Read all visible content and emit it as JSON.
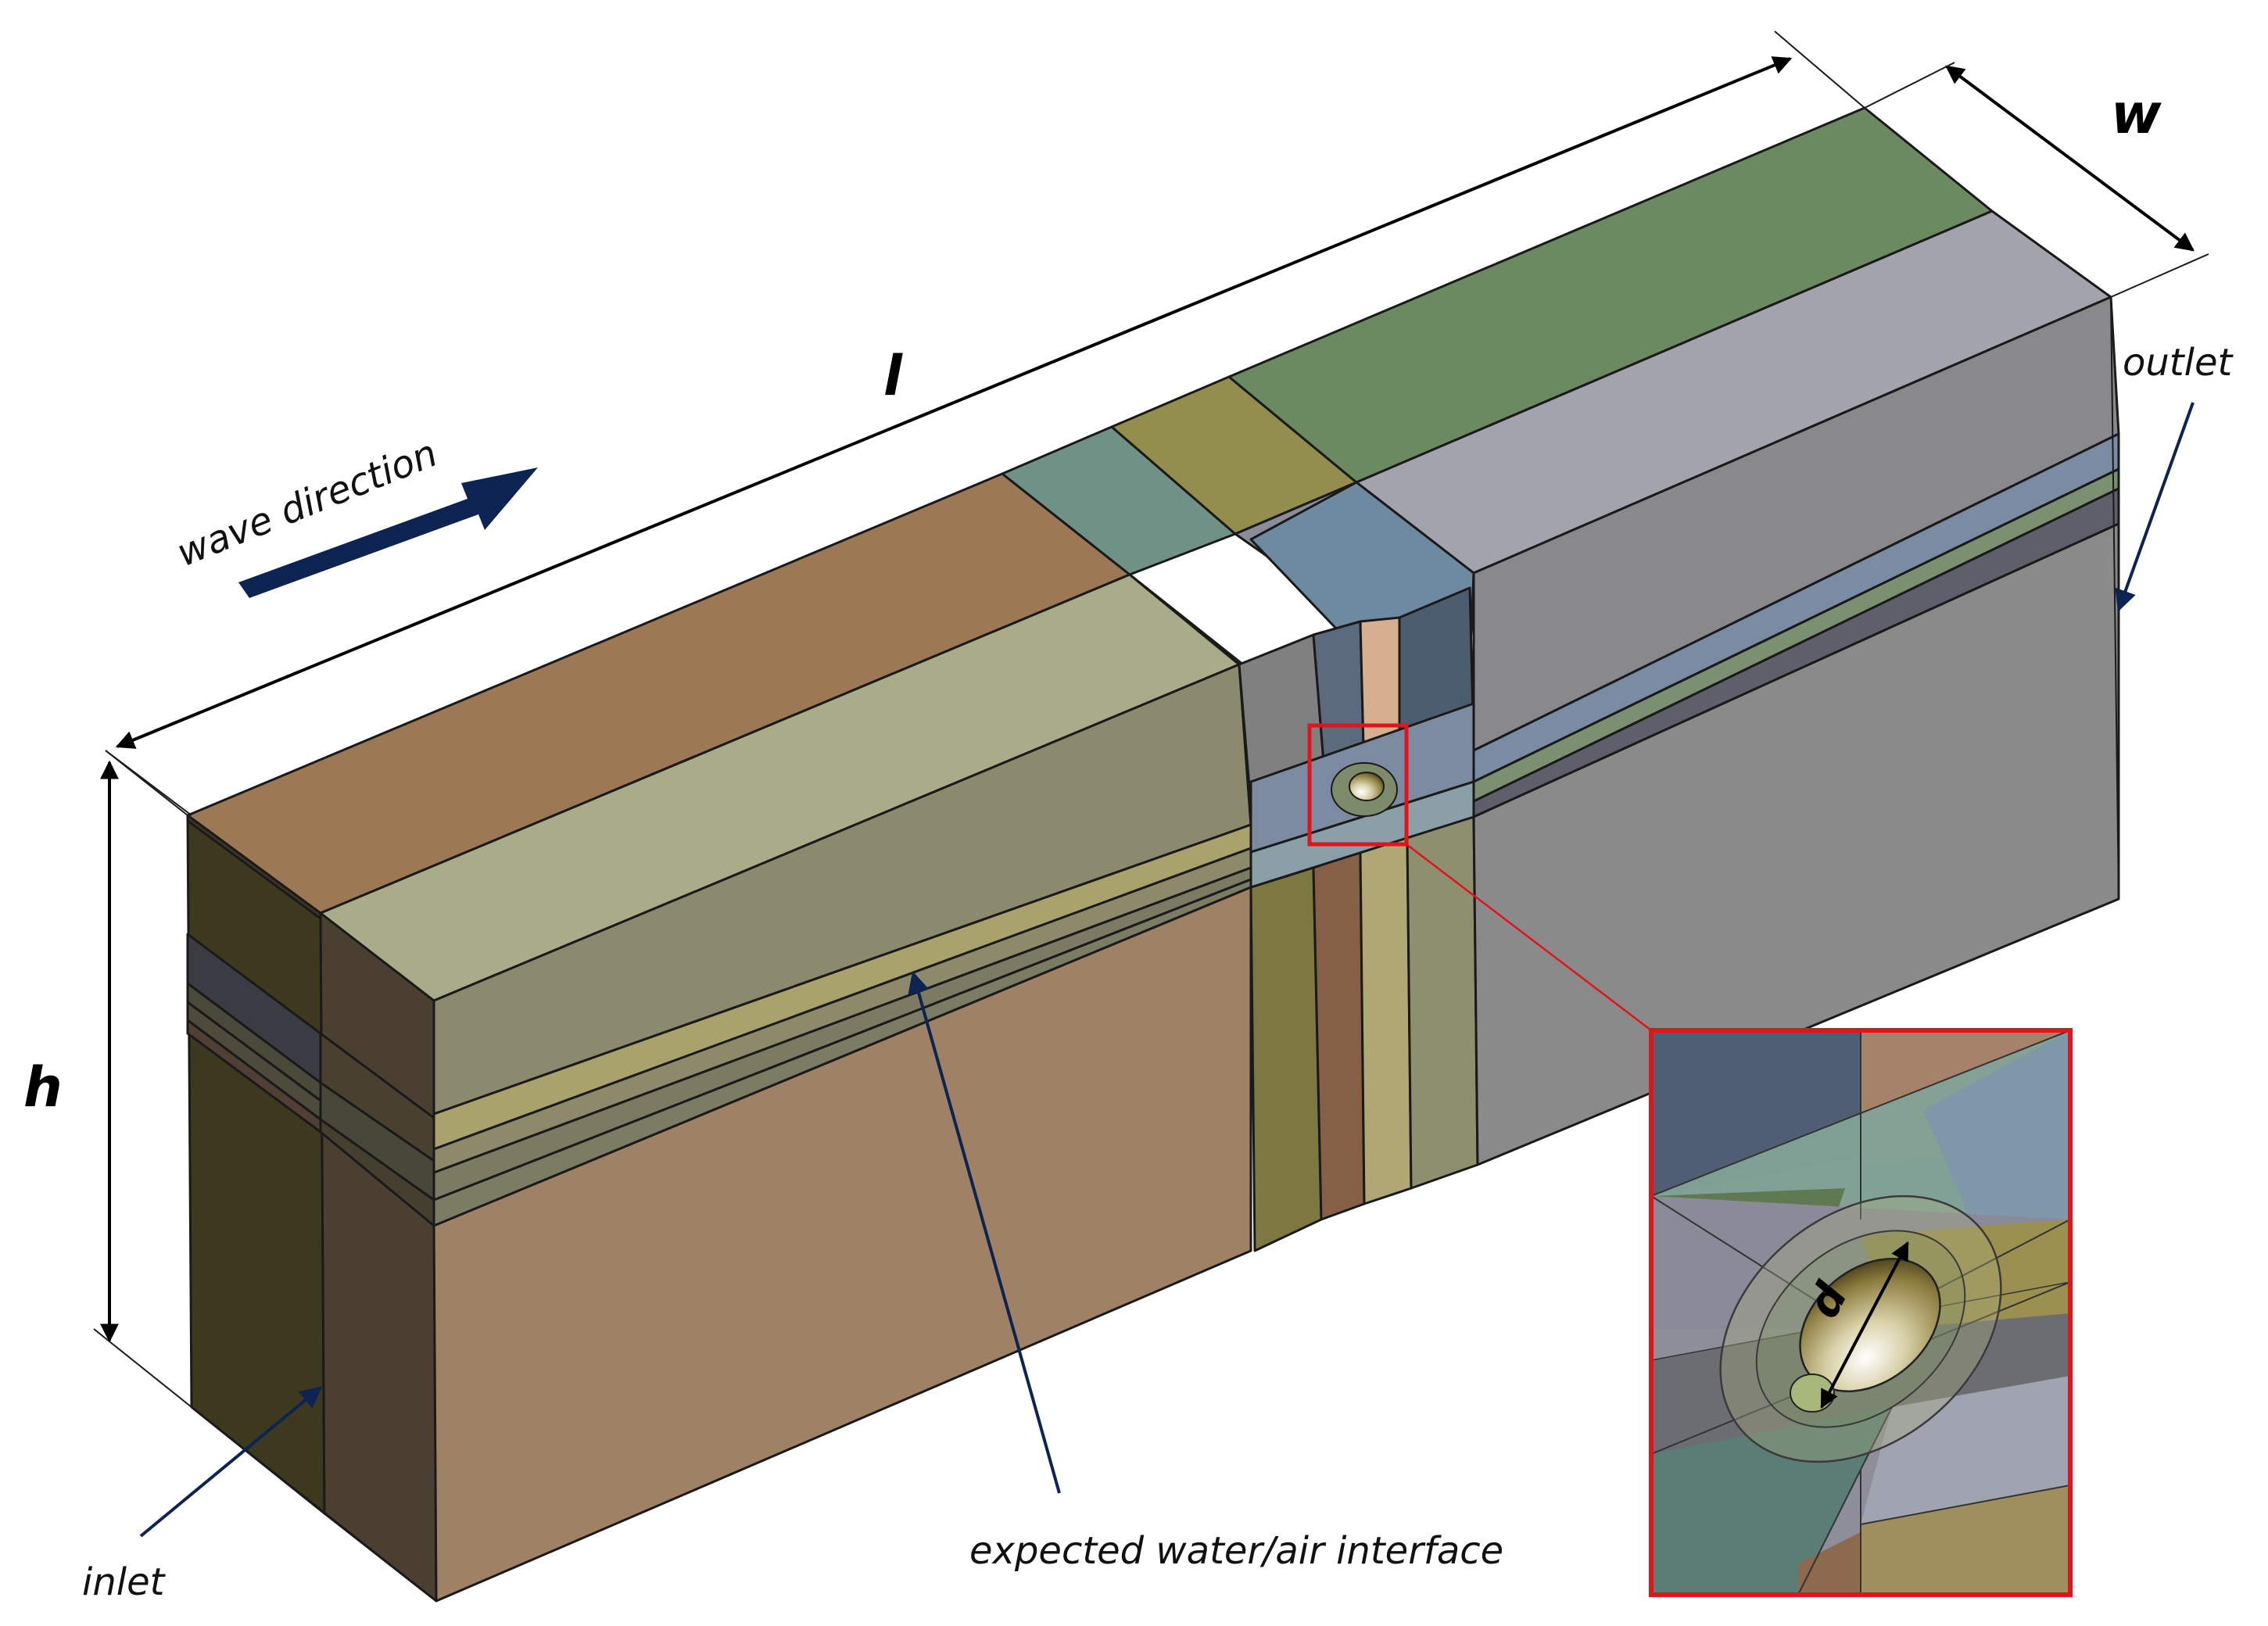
{
  "dimensions": {
    "length": "l",
    "width": "w",
    "height": "h",
    "diameter": "d"
  },
  "labels": {
    "wave_direction": "wave direction",
    "inlet": "inlet",
    "outlet": "outlet",
    "interface": "expected water/air interface"
  },
  "colors": {
    "arrow": "#0d2453",
    "highlight": "#e0141b"
  }
}
